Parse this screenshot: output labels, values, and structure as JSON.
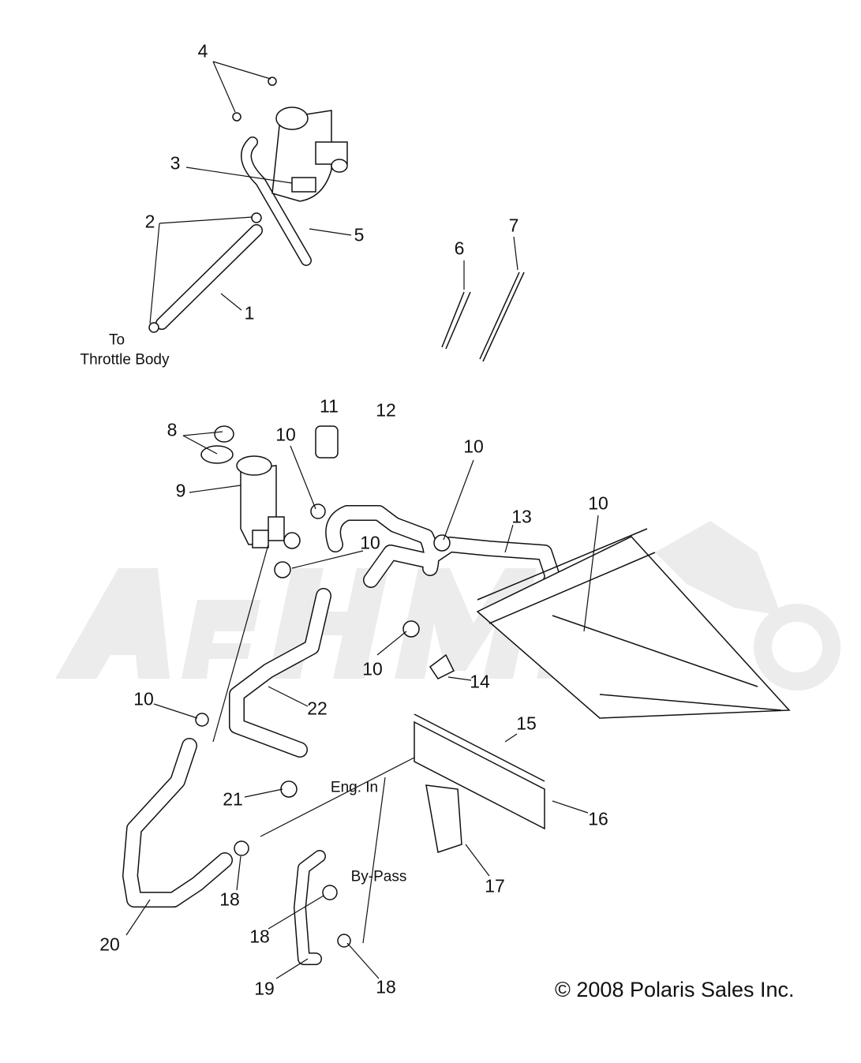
{
  "watermark": "AeHMoto",
  "notes": {
    "to": "To",
    "throttle_body": "Throttle Body",
    "eng_in": "Eng. In",
    "by_pass": "By-Pass"
  },
  "callouts": [
    "1",
    "2",
    "3",
    "4",
    "5",
    "6",
    "7",
    "8",
    "9",
    "10",
    "10",
    "10",
    "10",
    "10",
    "10",
    "11",
    "12",
    "13",
    "14",
    "15",
    "16",
    "17",
    "18",
    "18",
    "18",
    "19",
    "20",
    "21",
    "22"
  ],
  "copyright": "© 2008 Polaris Sales Inc."
}
